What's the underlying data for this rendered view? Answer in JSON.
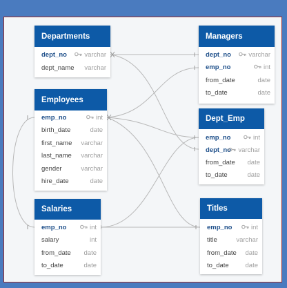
{
  "tables": {
    "departments": {
      "title": "Departments",
      "columns": [
        {
          "name": "dept_no",
          "type": "varchar",
          "key": true
        },
        {
          "name": "dept_name",
          "type": "varchar",
          "key": false
        }
      ]
    },
    "managers": {
      "title": "Managers",
      "columns": [
        {
          "name": "dept_no",
          "type": "varchar",
          "key": true
        },
        {
          "name": "emp_no",
          "type": "int",
          "key": true
        },
        {
          "name": "from_date",
          "type": "date",
          "key": false
        },
        {
          "name": "to_date",
          "type": "date",
          "key": false
        }
      ]
    },
    "employees": {
      "title": "Employees",
      "columns": [
        {
          "name": "emp_no",
          "type": "int",
          "key": true
        },
        {
          "name": "birth_date",
          "type": "date",
          "key": false
        },
        {
          "name": "first_name",
          "type": "varchar",
          "key": false
        },
        {
          "name": "last_name",
          "type": "varchar",
          "key": false
        },
        {
          "name": "gender",
          "type": "varchar",
          "key": false
        },
        {
          "name": "hire_date",
          "type": "date",
          "key": false
        }
      ]
    },
    "dept_emp": {
      "title": "Dept_Emp",
      "columns": [
        {
          "name": "emp_no",
          "type": "int",
          "key": true
        },
        {
          "name": "dept_no",
          "type": "varchar",
          "key": true
        },
        {
          "name": "from_date",
          "type": "date",
          "key": false
        },
        {
          "name": "to_date",
          "type": "date",
          "key": false
        }
      ]
    },
    "salaries": {
      "title": "Salaries",
      "columns": [
        {
          "name": "emp_no",
          "type": "int",
          "key": true
        },
        {
          "name": "salary",
          "type": "int",
          "key": false
        },
        {
          "name": "from_date",
          "type": "date",
          "key": false
        },
        {
          "name": "to_date",
          "type": "date",
          "key": false
        }
      ]
    },
    "titles": {
      "title": "Titles",
      "columns": [
        {
          "name": "emp_no",
          "type": "int",
          "key": true
        },
        {
          "name": "title",
          "type": "varchar",
          "key": false
        },
        {
          "name": "from_date",
          "type": "date",
          "key": false
        },
        {
          "name": "to_date",
          "type": "date",
          "key": false
        }
      ]
    }
  },
  "colors": {
    "header": "#0d5aa7",
    "primary_key_text": "#1e4f8a",
    "frame": "#4a7bbf",
    "connector": "#b8b8b8"
  },
  "icons": {
    "primary_key": "key-icon"
  }
}
